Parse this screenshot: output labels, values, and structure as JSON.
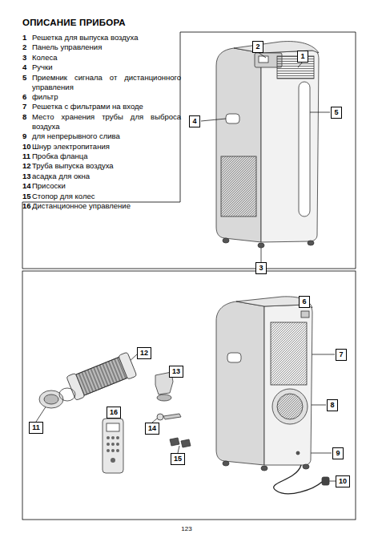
{
  "diagram": {
    "title": "ОПИСАНИЕ ПРИБОРА",
    "labels": [
      "1",
      "Решетка для выпуска воздуха",
      "2",
      "Панель управления",
      "3",
      "Колеса",
      "4",
      "Ручки",
      "5",
      "Приемник сигнала от дистанционного управления",
      "6",
      "фильтр",
      "7",
      "Решетка с фильтрами на входе",
      "8",
      "Место хранения трубы для выброса воздуха",
      "9",
      "для непрерывного слива",
      "10",
      "Шнур электропитания",
      "11",
      "Пробка фланца",
      "12",
      "Труба выпуска воздуха",
      "13",
      "асадка для окна",
      "14",
      "Присоски",
      "15",
      "Стопор для колес",
      "16",
      "Дистанционное управление",
      "2",
      "1",
      "4",
      "5",
      "3",
      "6",
      "7",
      "12",
      "13",
      "8",
      "16",
      "11",
      "14",
      "9",
      "15",
      "10",
      "123"
    ]
  }
}
